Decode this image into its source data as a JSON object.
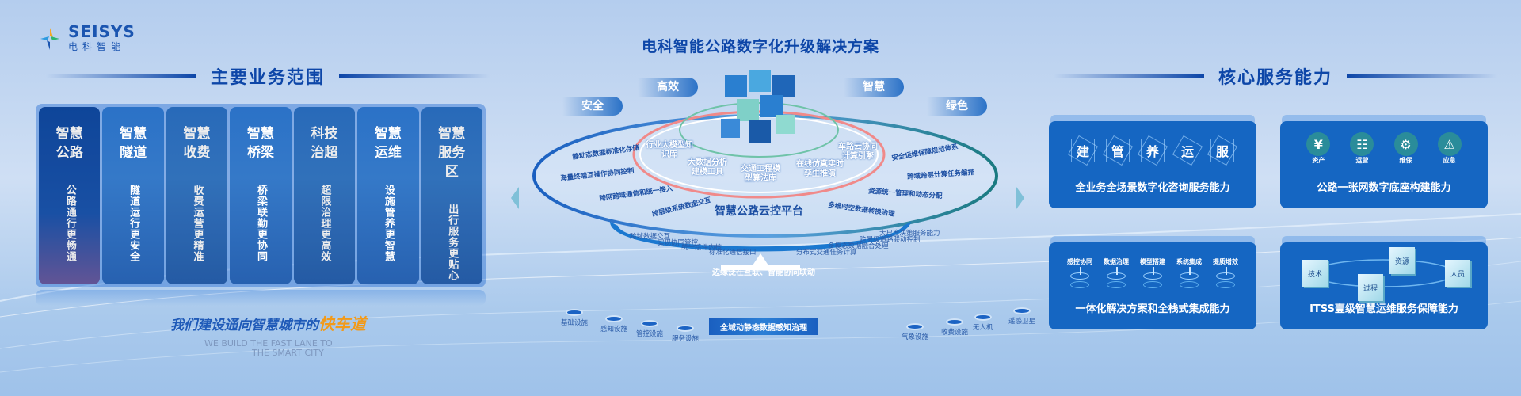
{
  "logo": {
    "en": "SEISYS",
    "cn": "电科智能"
  },
  "main_title": "电科智能公路数字化升级解决方案",
  "left": {
    "title": "主要业务范围",
    "cards": [
      {
        "title": "智慧公路",
        "desc": "公路通行更畅通"
      },
      {
        "title": "智慧隧道",
        "desc": "隧道运行更安全"
      },
      {
        "title": "智慧收费",
        "desc": "收费运营更精准"
      },
      {
        "title": "智慧桥梁",
        "desc": "桥梁联勤更协同"
      },
      {
        "title": "科技治超",
        "desc": "超限治理更高效"
      },
      {
        "title": "智慧运维",
        "desc": "设施管养更智慧"
      },
      {
        "title": "智慧服务区",
        "desc": "出行服务更贴心"
      }
    ],
    "slogan": "我们建设通向智慧城市的",
    "slogan_highlight": "快车道",
    "slogan_en_1": "WE BUILD THE FAST LANE TO",
    "slogan_en_2": "THE SMART CITY"
  },
  "center": {
    "pills": [
      "安全",
      "高效",
      "智慧",
      "绿色"
    ],
    "left_items": [
      "静动态数据标准化存储",
      "海量终端互操作协同控制",
      "跨网跨域通信和统一接入",
      "跨层级系统数据交互"
    ],
    "right_items": [
      "安全运维保障规范体系",
      "跨域跨层计算任务编排",
      "资源统一管理和动态分配",
      "多维时空数据转换治理"
    ],
    "inner_items": [
      "行业大模型知识库",
      "大数据分析建模工具",
      "交通工程模型算法库",
      "在线仿真实时孪生推演",
      "车路云协同计算引擎"
    ],
    "platform": "智慧公路云控平台",
    "edge_left": [
      "跨域数据交互",
      "实现协同管控",
      "统一接件内核",
      "标准化通信接口"
    ],
    "edge_right": [
      "分布式交通任务计算",
      "多模态数据融合处理",
      "跨层级道路联动控制",
      "大尺度决策服务能力"
    ],
    "edge_band": "边缘泛在互联、智能协同联动",
    "devices": [
      "基础设施",
      "感知设施",
      "管控设施",
      "服务设施",
      "气象设施",
      "收费设施",
      "无人机",
      "遥感卫星"
    ],
    "data_band": "全域动静态数据感知治理"
  },
  "right": {
    "title": "核心服务能力",
    "card1": {
      "chars": [
        "建",
        "管",
        "养",
        "运",
        "服"
      ],
      "caption": "全业务全场景数字化咨询服务能力"
    },
    "card2": {
      "icons": [
        {
          "icon": "house-yuan-icon",
          "label": "资产"
        },
        {
          "icon": "org-chart-icon",
          "label": "运营"
        },
        {
          "icon": "gear-icon",
          "label": "维保"
        },
        {
          "icon": "warning-icon",
          "label": "应急"
        }
      ],
      "caption": "公路一张网数字底座构建能力"
    },
    "card3": {
      "steps": [
        "感控协同",
        "数据治理",
        "模型搭建",
        "系统集成",
        "提质增效"
      ],
      "caption": "一体化解决方案和全栈式集成能力"
    },
    "card4": {
      "nodes": [
        "技术",
        "资源",
        "人员",
        "过程"
      ],
      "caption": "ITSS壹级智慧运维服务保障能力"
    }
  },
  "colors": {
    "primary": "#0d46a8",
    "card": "#1566c2",
    "accent": "#f29a1a"
  }
}
